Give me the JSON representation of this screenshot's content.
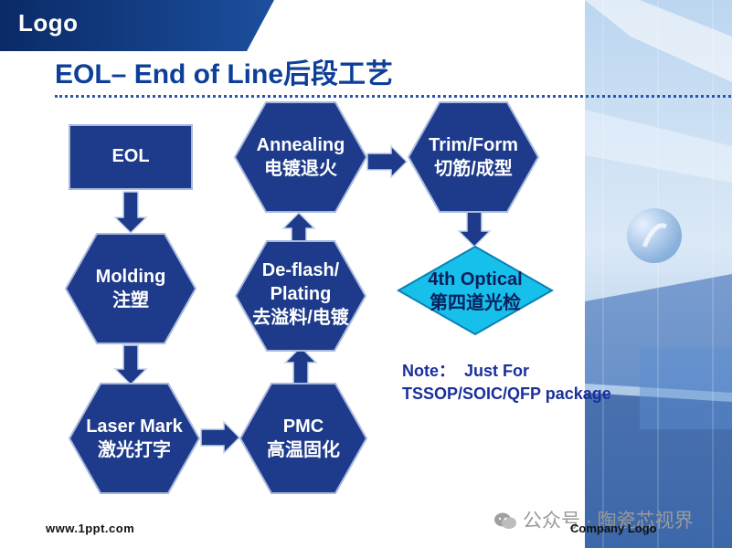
{
  "header": {
    "logo": "Logo"
  },
  "title": "EOL– End of Line后段工艺",
  "nodes": {
    "eol": {
      "line1": "EOL"
    },
    "annealing": {
      "line1": "Annealing",
      "line2": "电镀退火"
    },
    "trim": {
      "line1": "Trim/Form",
      "line2": "切筋/成型"
    },
    "molding": {
      "line1": "Molding",
      "line2": "注塑"
    },
    "deflash": {
      "line1": "De-flash/",
      "line2": "Plating",
      "line3": "去溢料/电镀"
    },
    "optical": {
      "line1": "4th Optical",
      "line2": "第四道光检"
    },
    "laser": {
      "line1": "Laser Mark",
      "line2": "激光打字"
    },
    "pmc": {
      "line1": "PMC",
      "line2": "高温固化"
    }
  },
  "note": {
    "line1": "Note：  Just For",
    "line2": "TSSOP/SOIC/QFP package"
  },
  "footer": {
    "website": "www.1ppt.com",
    "company": "Company Logo"
  },
  "watermark": {
    "text": "公众号 · 陶瓷芯视界"
  },
  "colors": {
    "shape_fill": "#1e3a8a",
    "diamond_fill": "#17c0eb",
    "title": "#0d3f9a"
  },
  "icons": {
    "watermark": "wechat-icon"
  }
}
